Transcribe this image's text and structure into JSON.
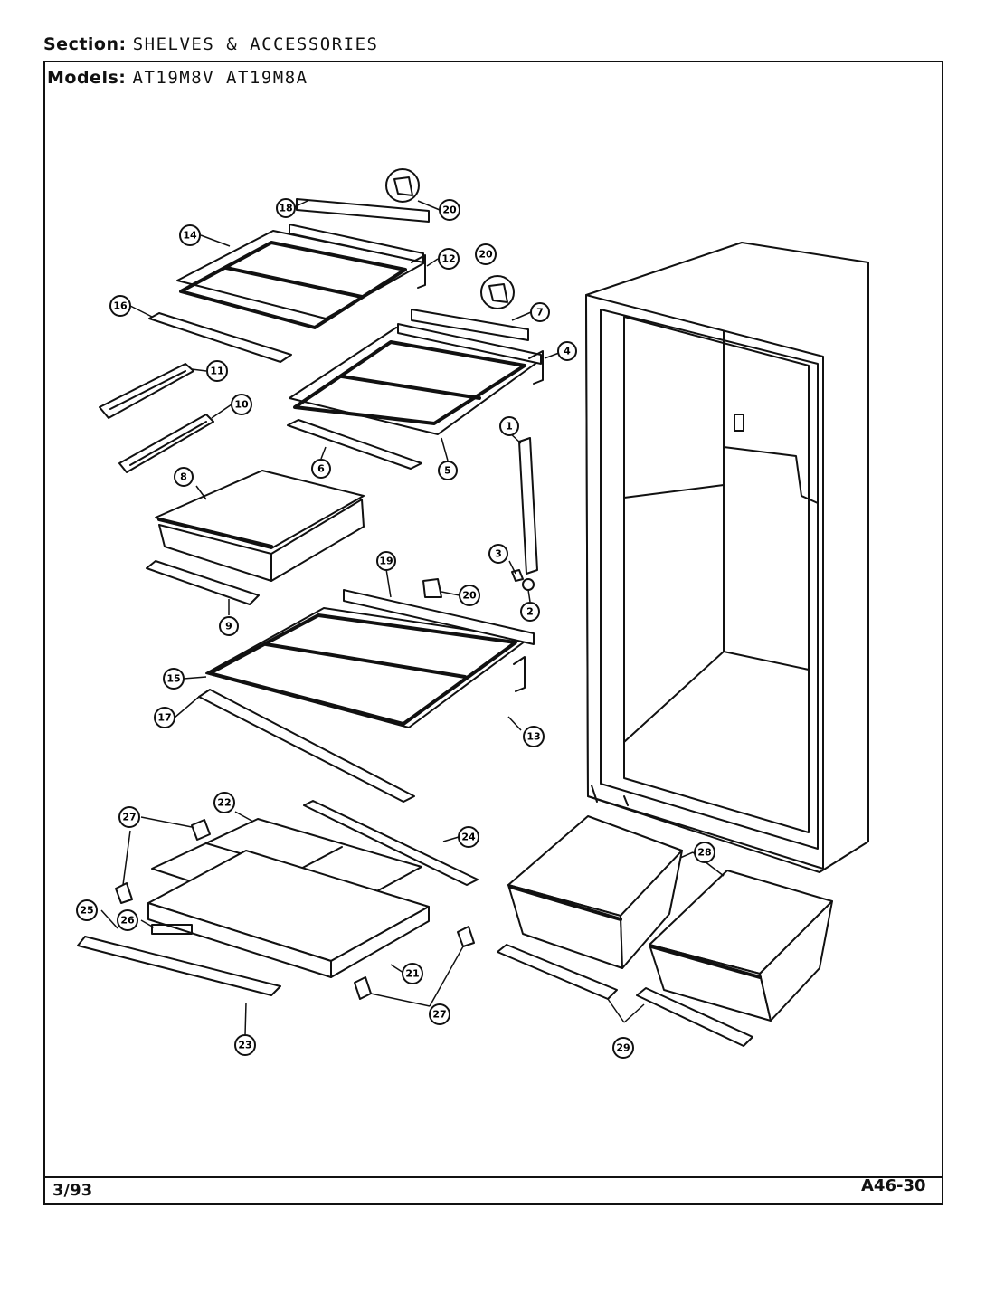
{
  "header": {
    "section_label": "Section:",
    "section_value": "SHELVES & ACCESSORIES",
    "models_label": "Models:",
    "models_value": "AT19M8V  AT19M8A"
  },
  "footer": {
    "date": "3/93",
    "page_code": "A46-30"
  },
  "callouts": [
    "1",
    "2",
    "3",
    "4",
    "5",
    "6",
    "7",
    "8",
    "9",
    "10",
    "11",
    "12",
    "13",
    "14",
    "15",
    "16",
    "17",
    "18",
    "19",
    "20",
    "21",
    "22",
    "23",
    "24",
    "25",
    "26",
    "27",
    "28",
    "29"
  ]
}
